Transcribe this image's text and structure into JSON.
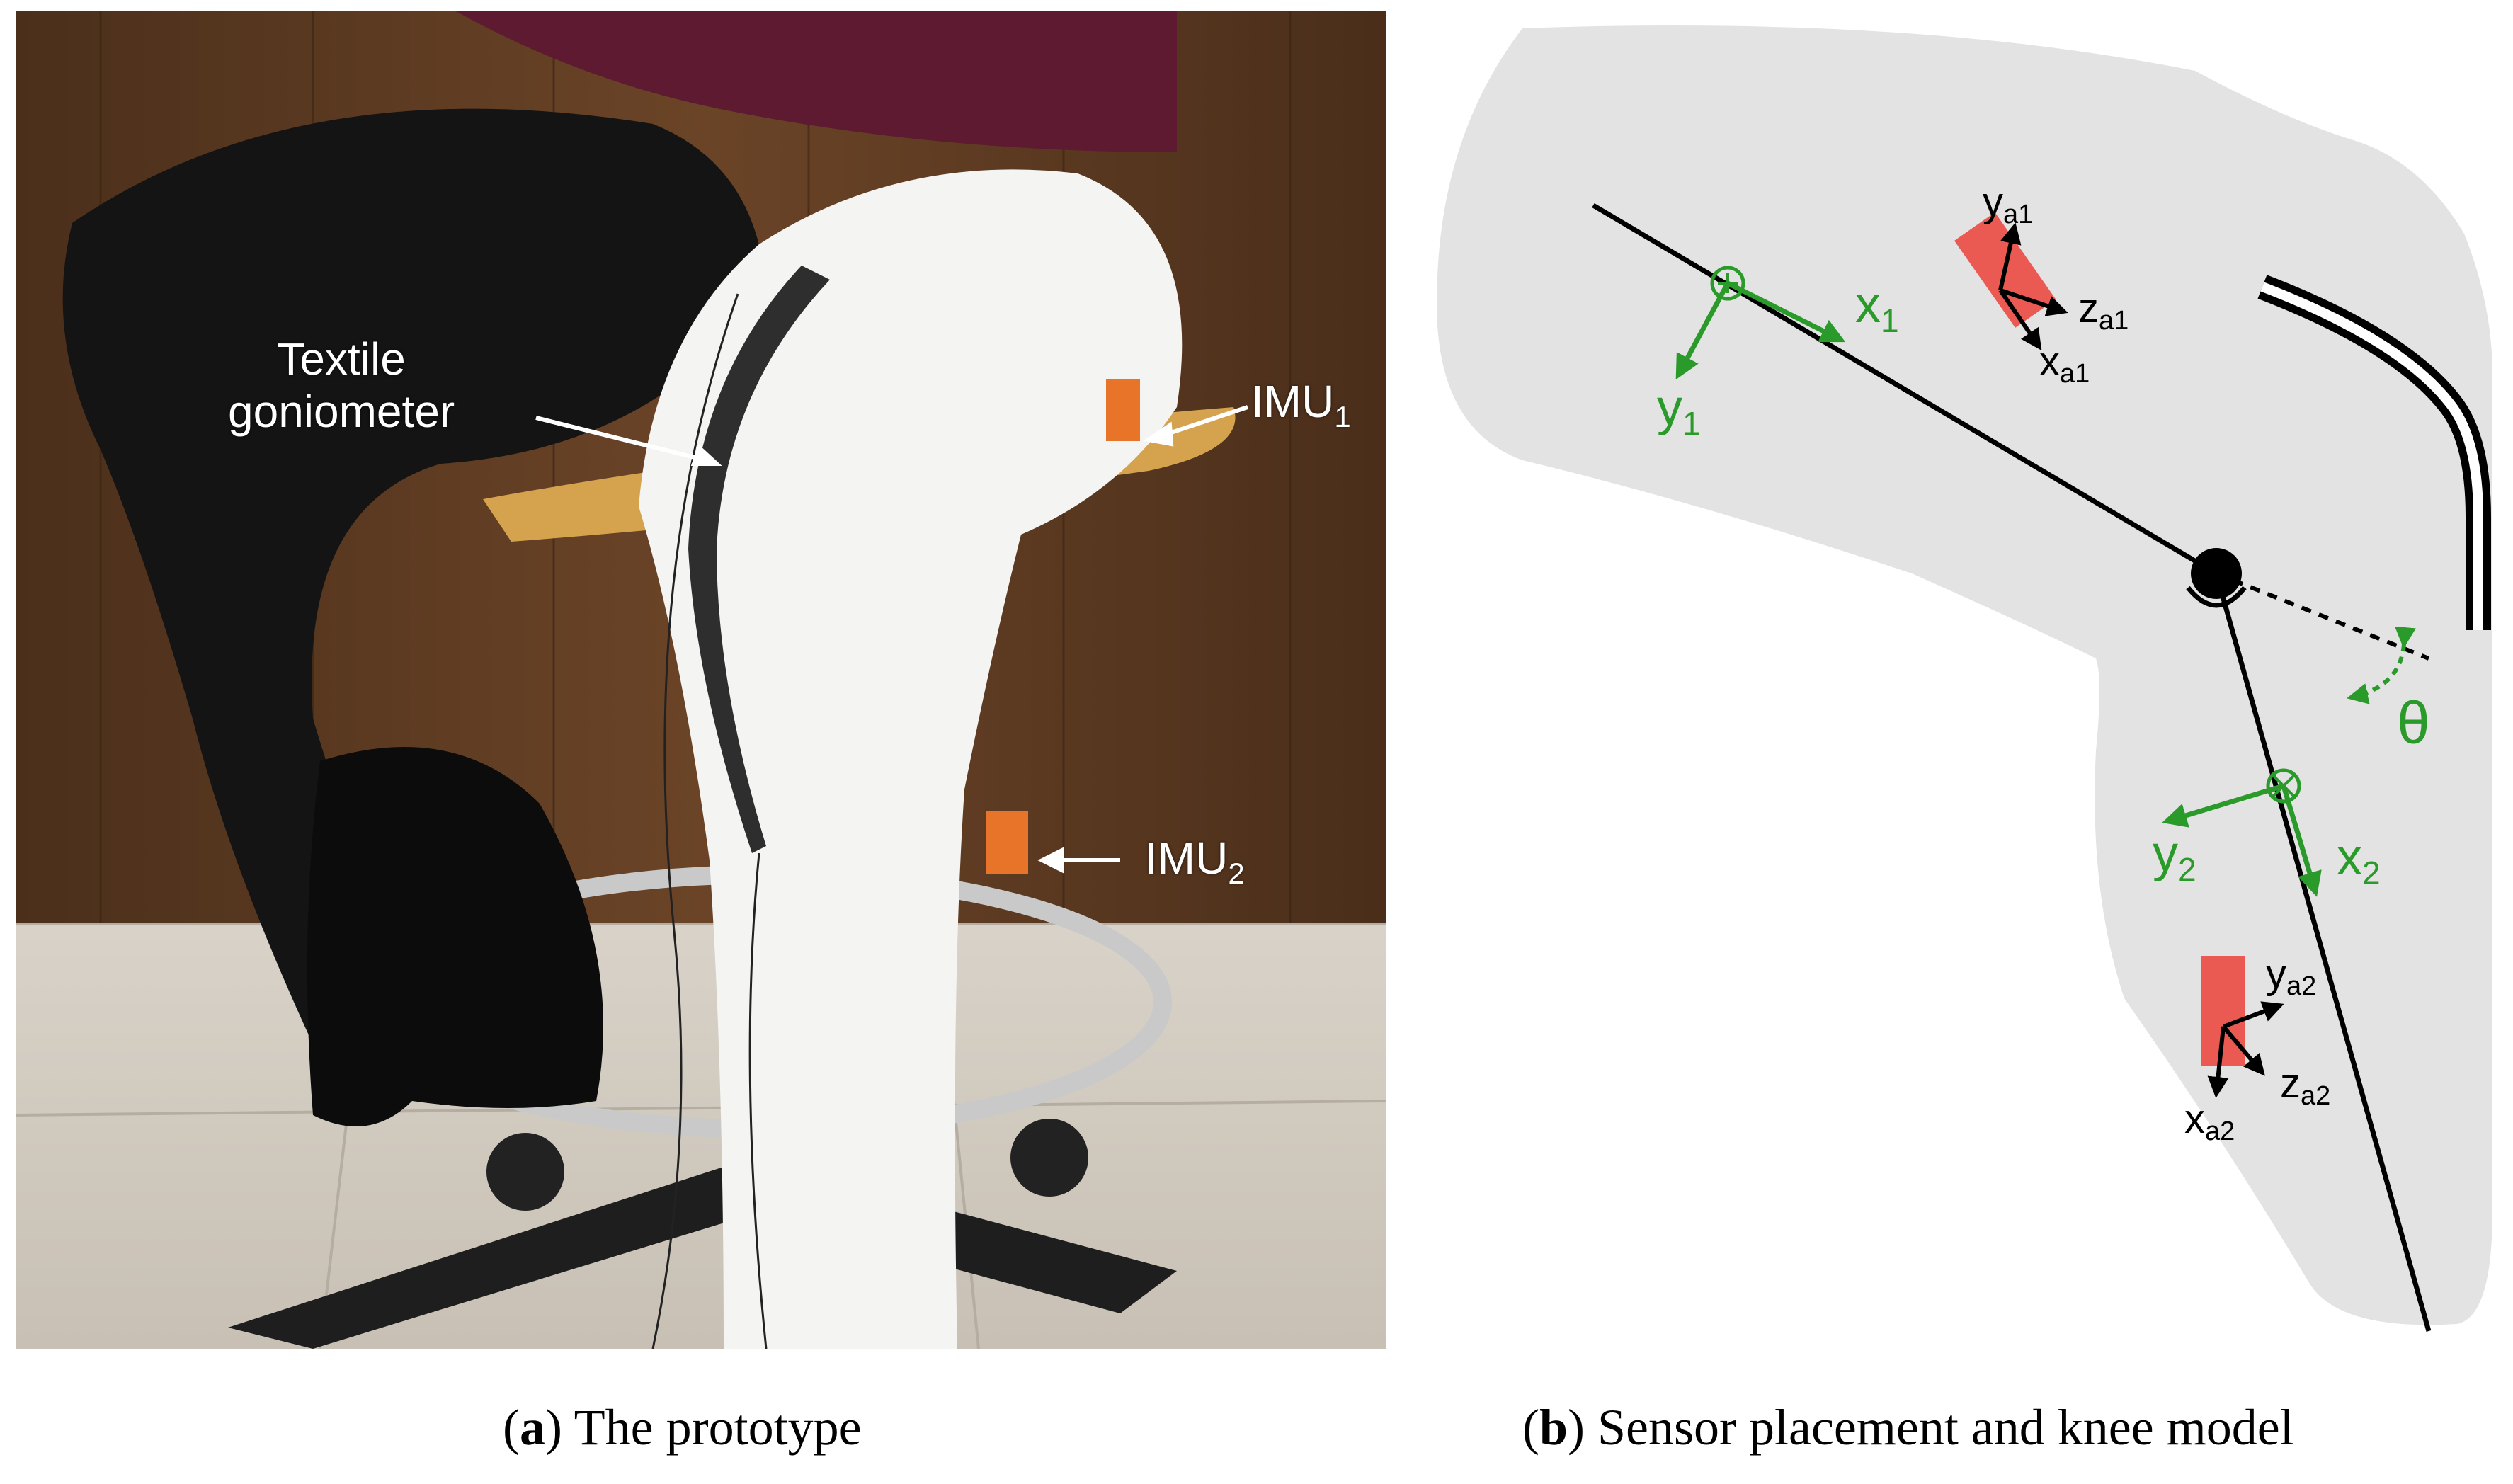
{
  "panel_a": {
    "labels": {
      "goniometer_line1": "Textile",
      "goniometer_line2": "goniometer",
      "imu1": "IMU",
      "imu1_sub": "1",
      "imu2": "IMU",
      "imu2_sub": "2"
    },
    "caption_letter": "a",
    "caption_text": " The prototype"
  },
  "panel_b": {
    "labels": {
      "x1": "x",
      "x1_sub": "1",
      "y1": "y",
      "y1_sub": "1",
      "x2": "x",
      "x2_sub": "2",
      "y2": "y",
      "y2_sub": "2",
      "ya1": "y",
      "ya1_sub": "a1",
      "za1": "z",
      "za1_sub": "a1",
      "xa1": "x",
      "xa1_sub": "a1",
      "ya2": "y",
      "ya2_sub": "a2",
      "za2": "z",
      "za2_sub": "a2",
      "xa2": "x",
      "xa2_sub": "a2",
      "theta": "θ"
    },
    "caption_letter": "b",
    "caption_text": " Sensor placement and knee model"
  },
  "colors": {
    "axis_green": "#2a9a2a",
    "sensor_red": "#ea5a52",
    "body_gray": "#e3e3e3",
    "wall_brown": "#5a3a22",
    "pants_white": "#f4f4f2"
  }
}
